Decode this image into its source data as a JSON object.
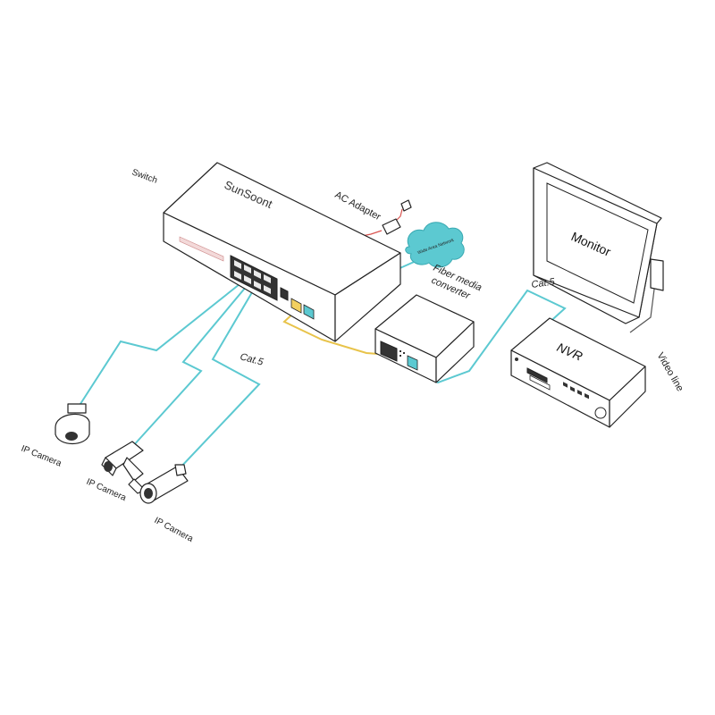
{
  "labels": {
    "switch": "Switch",
    "brand": "SunSoont",
    "ac_adapter": "AC Adapter",
    "wan": "Wide Area Network",
    "fiber_line1": "Fiber media",
    "fiber_line2": "converter",
    "monitor": "Monitor",
    "nvr": "NVR",
    "video_line": "Video line",
    "cat5_left": "Cat.5",
    "cat5_right": "Cat.5",
    "camera1": "IP Camera",
    "camera2": "IP Camera",
    "camera3": "IP Camera"
  },
  "colors": {
    "cat5": "#5cc9d1",
    "fiber": "#e8c34a",
    "power": "#d9534f",
    "cloud": "#5cc9d1"
  },
  "icons": [
    "switch-device",
    "ac-adapter-icon",
    "cloud-icon",
    "media-converter",
    "nvr-device",
    "monitor-device",
    "dome-camera-icon",
    "box-camera-icon",
    "bullet-camera-icon"
  ]
}
